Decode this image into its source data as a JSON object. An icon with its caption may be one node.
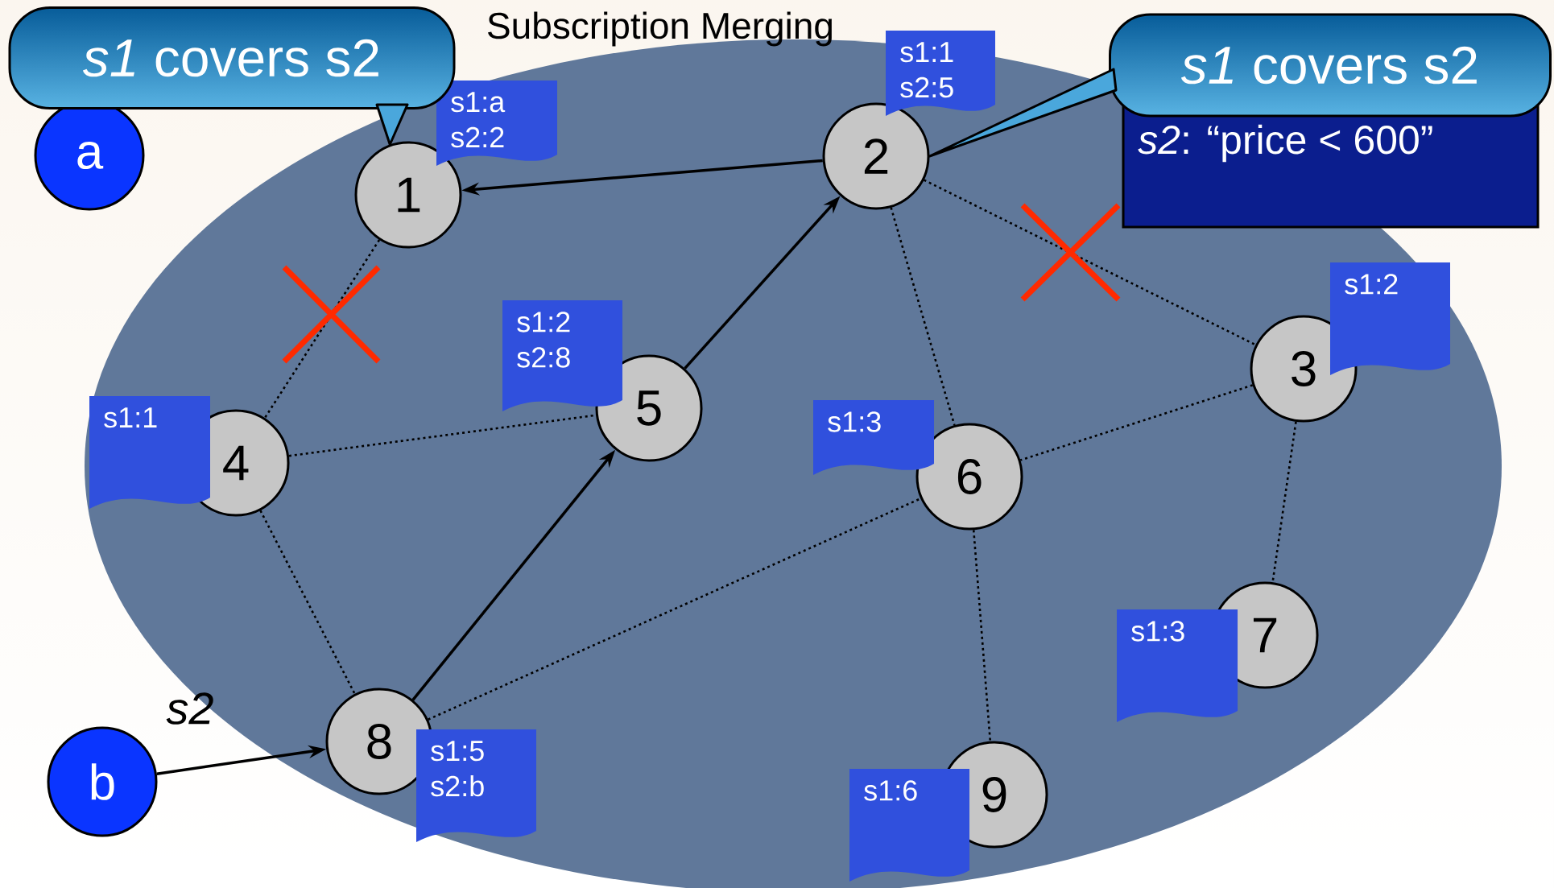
{
  "diagram": {
    "title": "Subscription Merging",
    "nodes": [
      {
        "text": [
          "*s1* covers s2"
        ]
      },
      {
        "text": [
          "a"
        ]
      },
      {
        "text": [
          "1"
        ]
      },
      {
        "text": [
          "s1:a s2:2"
        ]
      },
      {
        "text": [
          "*s1* covers s2"
        ]
      },
      {
        "text": [
          "*s2*: “price < 600”"
        ]
      },
      {
        "text": [
          "2"
        ]
      },
      {
        "text": [
          "s1:1 s2:5"
        ]
      },
      {
        "text": [
          "3"
        ]
      },
      {
        "text": [
          "s1:2"
        ]
      },
      {
        "text": [
          "s1:1"
        ]
      },
      {
        "text": [
          "4"
        ]
      },
      {
        "text": [
          "s1:2 s2:8"
        ]
      },
      {
        "text": [
          "5"
        ]
      },
      {
        "text": [
          "s1:3"
        ]
      },
      {
        "text": [
          "6"
        ]
      },
      {
        "text": [
          "7"
        ]
      },
      {
        "text": [
          "s1:3"
        ]
      },
      {
        "text": [
          "b"
        ]
      },
      {
        "text": [
          "8"
        ]
      },
      {
        "text": [
          "s1:5 s2:b"
        ]
      },
      {
        "text": [
          "s1:6"
        ]
      },
      {
        "text": [
          "9"
        ]
      }
    ],
    "edges": [
      {
        "from": 6,
        "to": 2,
        "arrow": "to"
      },
      {
        "from": 2,
        "to": 11,
        "arrow": "none",
        "style": "dashed"
      },
      {
        "from": 11,
        "to": 13,
        "arrow": "none",
        "style": "dashed"
      },
      {
        "from": 11,
        "to": 19,
        "arrow": "none",
        "style": "dashed"
      },
      {
        "from": 19,
        "to": 13,
        "arrow": "to"
      },
      {
        "from": 13,
        "to": 6,
        "arrow": "to"
      },
      {
        "from": 6,
        "to": 15,
        "arrow": "none",
        "style": "dashed"
      },
      {
        "from": 6,
        "to": 8,
        "arrow": "none",
        "style": "dashed"
      },
      {
        "from": 8,
        "to": 15,
        "arrow": "none",
        "style": "dashed"
      },
      {
        "from": 8,
        "to": 16,
        "arrow": "none",
        "style": "dashed"
      },
      {
        "from": 19,
        "to": 15,
        "arrow": "none",
        "style": "dashed"
      },
      {
        "from": 15,
        "to": 22,
        "arrow": "none",
        "style": "dashed"
      },
      {
        "from": 18,
        "to": 19,
        "arrow": "to",
        "label": "s2"
      },
      {
        "from": 0,
        "to": 2,
        "arrow": "to"
      },
      {
        "from": 4,
        "to": 6,
        "arrow": "to"
      }
    ]
  }
}
